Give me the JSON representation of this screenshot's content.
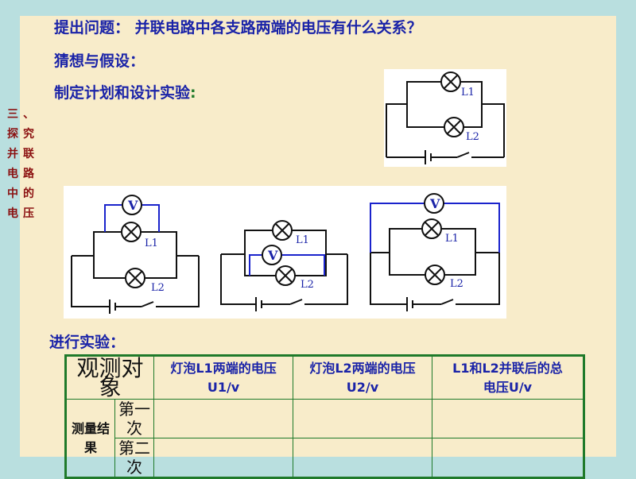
{
  "question_label": "提出问题：",
  "question": "并联电路中各支路两端的电压有什么关系？",
  "hypothesis": "猜想与假设：",
  "plan": "制定计划和设计实验",
  "plan_colon": ":",
  "side_title": [
    "三、",
    "探究",
    "并联",
    "电路",
    "中的",
    "电压"
  ],
  "circuit": {
    "l1": "L1",
    "l2": "L2",
    "v": "V"
  },
  "experiment": "进行实验：",
  "table": {
    "h0": "观测对象",
    "h1": "灯泡L1两端的电压U1/v",
    "h2": "灯泡L2两端的电压U2/v",
    "h3": "L1和L2并联后的总电压U/v",
    "group": "测量结果",
    "r1": "第一次",
    "r2": "第二次"
  }
}
